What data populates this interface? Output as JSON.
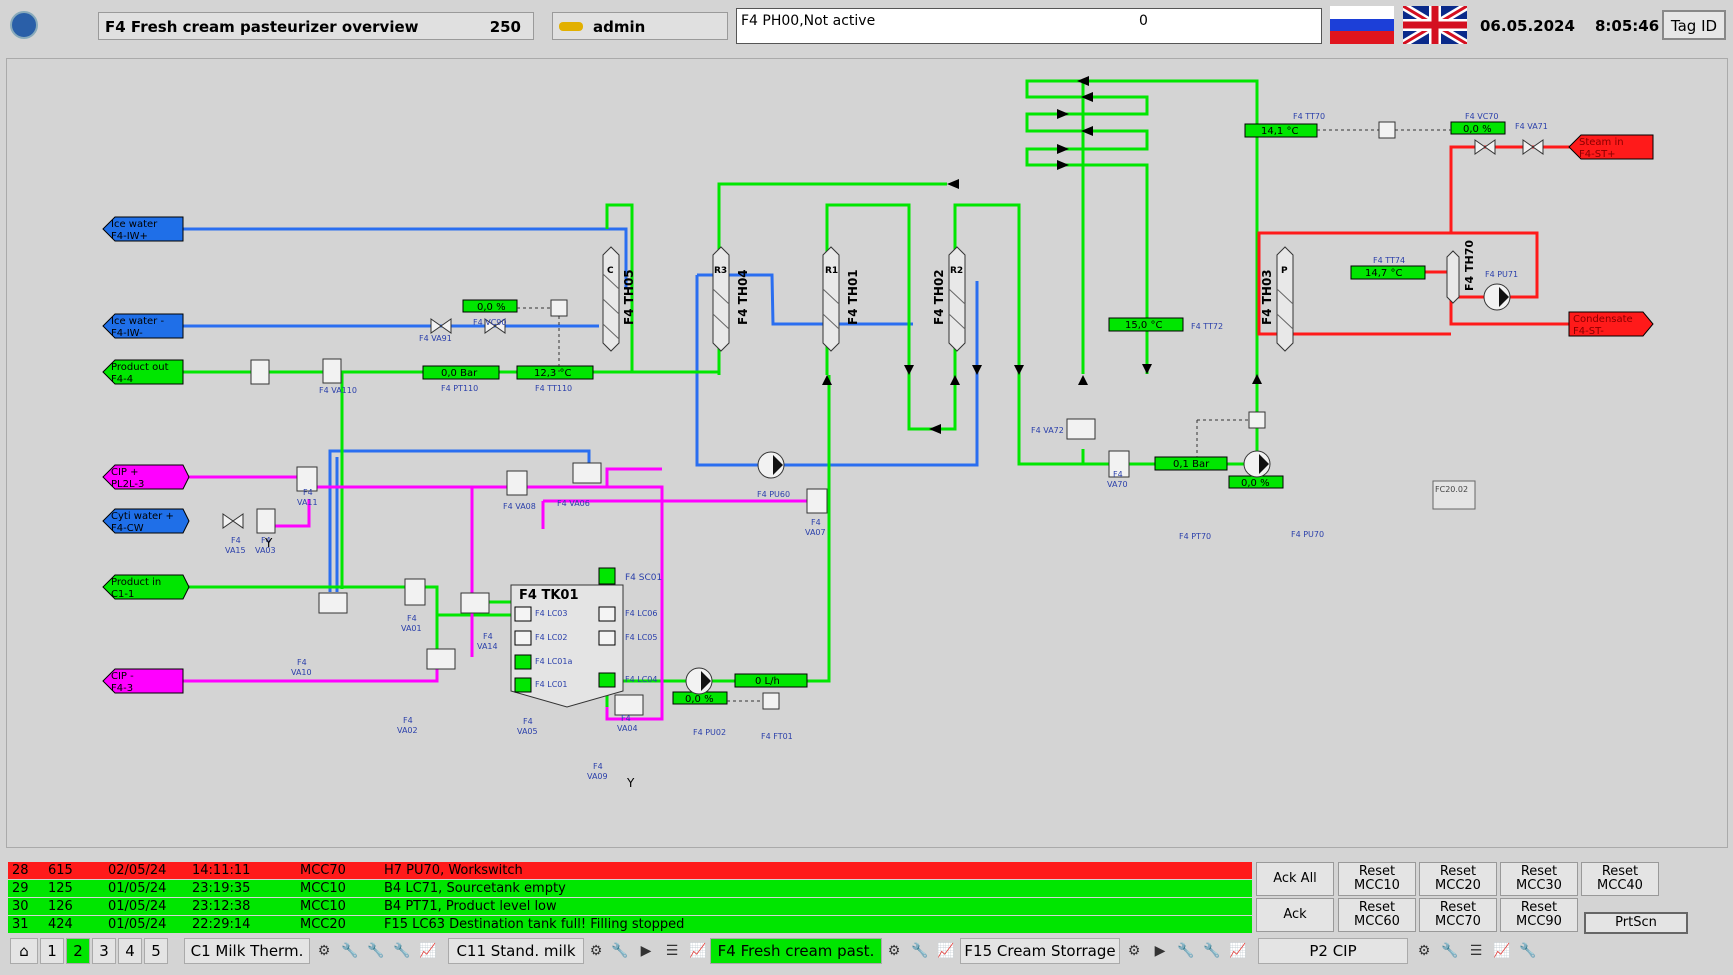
{
  "header": {
    "title": "F4 Fresh cream pasteurizer overview",
    "title_number": "250",
    "user": "admin",
    "status_text": "F4  PH00,Not active",
    "status_value": "0",
    "date": "06.05.2024",
    "time": "8:05:46",
    "tag_id_label": "Tag ID"
  },
  "colors": {
    "green": "#00e600",
    "blue": "#2a6ef0",
    "magenta": "#ff00ff",
    "red": "#ff1a1a",
    "ice": "#1f6fe8"
  },
  "sources": {
    "ice_water_plus": [
      "Ice water",
      "F4-IW+"
    ],
    "ice_water_minus": [
      "Ice water -",
      "F4-IW-"
    ],
    "product_out": [
      "Product out",
      "F4-4"
    ],
    "cip_plus": [
      "CIP +",
      "PL2L-3"
    ],
    "city_water": [
      "Cyti water +",
      "F4-CW"
    ],
    "product_in": [
      "Product in",
      "C1-1"
    ],
    "cip_minus": [
      "CIP -",
      "F4-3"
    ],
    "steam_in": [
      "Steam in",
      "F4-ST+"
    ],
    "condensate": [
      "Condensate",
      "F4-ST-"
    ]
  },
  "exchangers": {
    "th05": "F4 TH05",
    "th05_sec": "C",
    "th04": "F4 TH04",
    "th04_sec": "R3",
    "th01": "F4 TH01",
    "th01_sec": "R1",
    "th02": "F4 TH02",
    "th02_sec": "R2",
    "th03": "F4 TH03",
    "th03_sec": "P",
    "th70": "F4 TH70"
  },
  "values": {
    "vc90": "0,0 %",
    "pt110": "0,0 Bar",
    "tt110": "12,3 °C",
    "tt72": "15,0 °C",
    "tt70": "14,1 °C",
    "vc70": "0,0 %",
    "tt74": "14,7 °C",
    "pt70": "0,1 Bar",
    "pu70": "0,0 %",
    "ft01": "0 L/h",
    "pu02": "0,0 %"
  },
  "tags": {
    "va91": "F4 VA91",
    "vc90": "F4 VC90",
    "va110": "F4 VA110",
    "pt110": "F4 PT110",
    "tt110": "F4 TT110",
    "va11a": "F4",
    "va11b": "VA11",
    "va08": "F4 VA08",
    "va06": "F4 VA06",
    "va15a": "F4",
    "va15b": "VA15",
    "va03a": "F4",
    "va03b": "VA03",
    "y": "Y",
    "va01a": "F4",
    "va01b": "VA01",
    "va14a": "F4",
    "va14b": "VA14",
    "va10a": "F4",
    "va10b": "VA10",
    "va02a": "F4",
    "va02b": "VA02",
    "va05a": "F4",
    "va05b": "VA05",
    "va04a": "F4",
    "va04b": "VA04",
    "va09a": "F4",
    "va09b": "VA09",
    "pu60": "F4 PU60",
    "va07a": "F4",
    "va07b": "VA07",
    "pu02": "F4 PU02",
    "ft01": "F4 FT01",
    "tt72": "F4 TT72",
    "va72": "F4 VA72",
    "va70a": "F4",
    "va70b": "VA70",
    "pt70": "F4 PT70",
    "pu70": "F4 PU70",
    "tt70": "F4 TT70",
    "vc70": "F4 VC70",
    "va71": "F4 VA71",
    "tt74": "F4 TT74",
    "pu71": "F4 PU71",
    "fc20": "FC20.02",
    "tk01": "F4 TK01",
    "sc01": "F4 SC01",
    "lc03": "F4 LC03",
    "lc02": "F4 LC02",
    "lc01a": "F4 LC01a",
    "lc01": "F4 LC01",
    "lc06": "F4 LC06",
    "lc05": "F4 LC05",
    "lc04": "F4 LC04"
  },
  "alarms": [
    {
      "no": "28",
      "id": "615",
      "date": "02/05/24",
      "time": "14:11:11",
      "mcc": "MCC70",
      "text": "H7 PU70, Workswitch",
      "color": "#ff1a1a"
    },
    {
      "no": "29",
      "id": "125",
      "date": "01/05/24",
      "time": "23:19:35",
      "mcc": "MCC10",
      "text": "B4 LC71, Sourcetank empty",
      "color": "#00e600"
    },
    {
      "no": "30",
      "id": "126",
      "date": "01/05/24",
      "time": "23:12:38",
      "mcc": "MCC10",
      "text": "B4 PT71, Product level low",
      "color": "#00e600"
    },
    {
      "no": "31",
      "id": "424",
      "date": "01/05/24",
      "time": "22:29:14",
      "mcc": "MCC20",
      "text": "F15 LC63 Destination tank full! Filling stopped",
      "color": "#00e600"
    }
  ],
  "alarm_buttons": {
    "ack_all": "Ack All",
    "ack": "Ack",
    "r10": [
      "Reset",
      "MCC10"
    ],
    "r20": [
      "Reset",
      "MCC20"
    ],
    "r30": [
      "Reset",
      "MCC30"
    ],
    "r40": [
      "Reset",
      "MCC40"
    ],
    "r60": [
      "Reset",
      "MCC60"
    ],
    "r70": [
      "Reset",
      "MCC70"
    ],
    "r90": [
      "Reset",
      "MCC90"
    ],
    "prtscn": "PrtScn"
  },
  "nav": {
    "pages": [
      "1",
      "2",
      "3",
      "4",
      "5"
    ],
    "active_page": "2",
    "c1": "C1 Milk Therm.",
    "c11": "C11 Stand. milk",
    "f4": "F4 Fresh cream past.",
    "f15": "F15 Cream Storrage",
    "p2": "P2 CIP"
  }
}
